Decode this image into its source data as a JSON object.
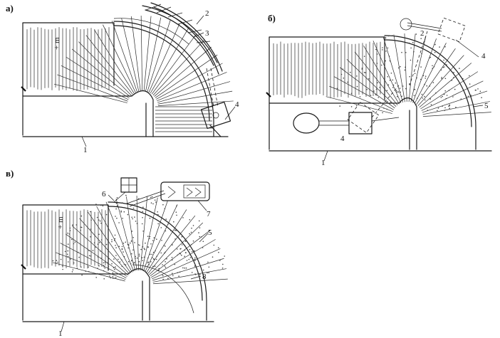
{
  "panels": {
    "a": {
      "letter": "а)",
      "callouts": [
        "2",
        "3",
        "4",
        "1"
      ],
      "mark": "+ m"
    },
    "b": {
      "letter": "б)",
      "callouts": [
        "2",
        "4",
        "5",
        "4",
        "1"
      ]
    },
    "c": {
      "letter": "в)",
      "callouts": [
        "6",
        "7",
        "5",
        "8",
        "1"
      ],
      "mark": "+ m"
    }
  },
  "colors": {
    "ink": "#1a1a1a",
    "paper": "#ffffff"
  }
}
